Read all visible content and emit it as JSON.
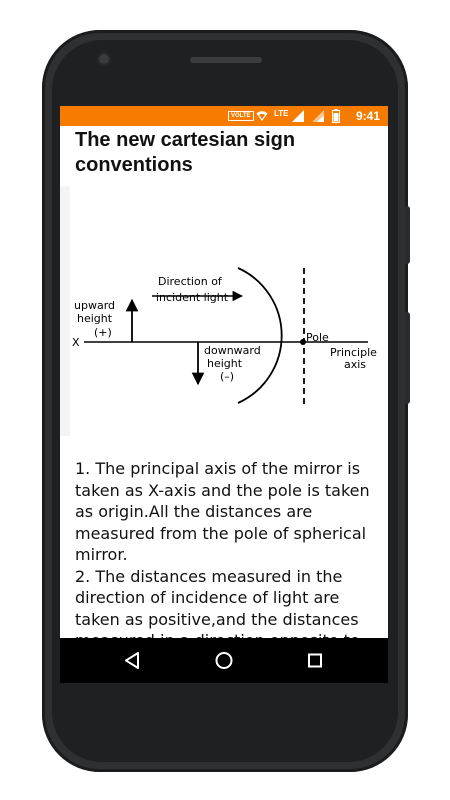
{
  "status_bar": {
    "volte": "VOLTE",
    "lte": "LTE",
    "time": "9:41"
  },
  "page": {
    "title": "The new cartesian sign conventions"
  },
  "figure": {
    "label_direction_1": "Direction of",
    "label_direction_2": "incident light",
    "label_upward_1": "upward",
    "label_upward_2": "height",
    "label_upward_3": "(+)",
    "label_x": "X",
    "label_downward_1": "downward",
    "label_downward_2": "height",
    "label_downward_3": "(–)",
    "label_pole": "Pole",
    "label_principle_1": "Principle",
    "label_principle_2": "axis"
  },
  "body": {
    "paragraph_1": "1. The principal axis of the mirror is taken as X-axis and the pole is taken as origin.All the distances are measured from the pole of spherical mirror.",
    "paragraph_2": "2. The distances measured in the direction of incidence of light are taken as positive,and the distances measured in a direction opposite to"
  },
  "navbar": {
    "back_icon": "back-triangle-icon",
    "home_icon": "home-circle-icon",
    "recent_icon": "recent-square-icon"
  }
}
